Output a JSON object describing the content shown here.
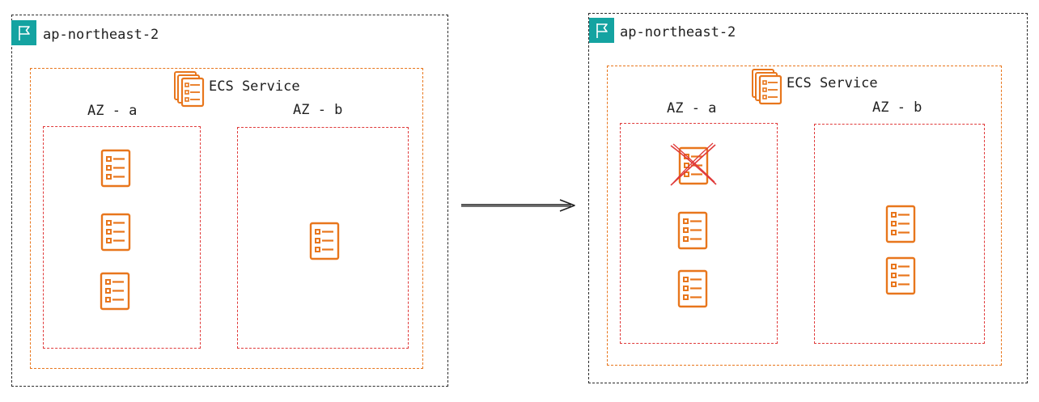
{
  "left": {
    "region_label": "ap-northeast-2",
    "service_label": "ECS Service",
    "az_a_label": "AZ - a",
    "az_b_label": "AZ - b"
  },
  "right": {
    "region_label": "ap-northeast-2",
    "service_label": "ECS Service",
    "az_a_label": "AZ - a",
    "az_b_label": "AZ - b"
  },
  "colors": {
    "region_border": "#2b2b2b",
    "service_border": "#e8761c",
    "az_border": "#e03a3a",
    "region_flag": "#14a3a1",
    "task_icon": "#e8761c",
    "failed_mark": "#e03a3a"
  },
  "icons": {
    "region": "flag-icon",
    "service": "ecs-service-icon",
    "task": "ecs-task-icon",
    "failed": "x-mark-icon",
    "transition": "arrow-right-icon"
  }
}
